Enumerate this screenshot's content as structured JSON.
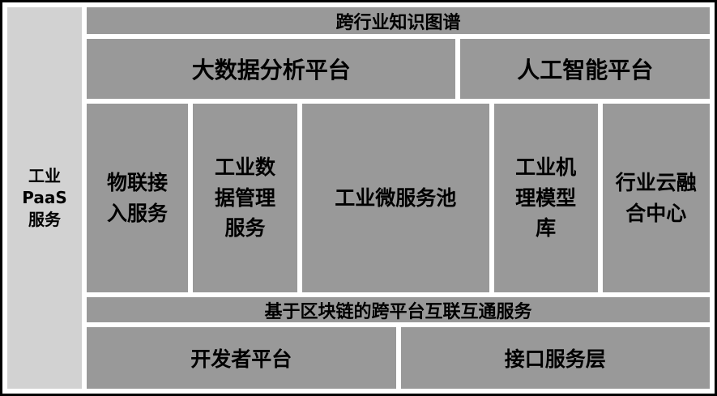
{
  "colors": {
    "block_gray": "#999999",
    "sidebar_gray": "#d2d2d2",
    "border_black": "#000000",
    "background": "#ffffff",
    "text": "#000000"
  },
  "diagram": {
    "sidebar": {
      "label": "工业\nPaaS\n服务"
    },
    "top_bar": {
      "label": "跨行业知识图谱"
    },
    "platform_row": {
      "big_data_label": "大数据分析平台",
      "ai_label": "人工智能平台"
    },
    "services_row": [
      {
        "label": "物联接\n入服务"
      },
      {
        "label": "工业数\n据管理\n服务"
      },
      {
        "label": "工业微服务池"
      },
      {
        "label": "工业机\n理模型\n库"
      },
      {
        "label": "行业云融\n合中心"
      }
    ],
    "blockchain_bar": {
      "label": "基于区块链的跨平台互联互通服务"
    },
    "bottom_row": {
      "developer_label": "开发者平台",
      "interface_label": "接口服务层"
    }
  }
}
